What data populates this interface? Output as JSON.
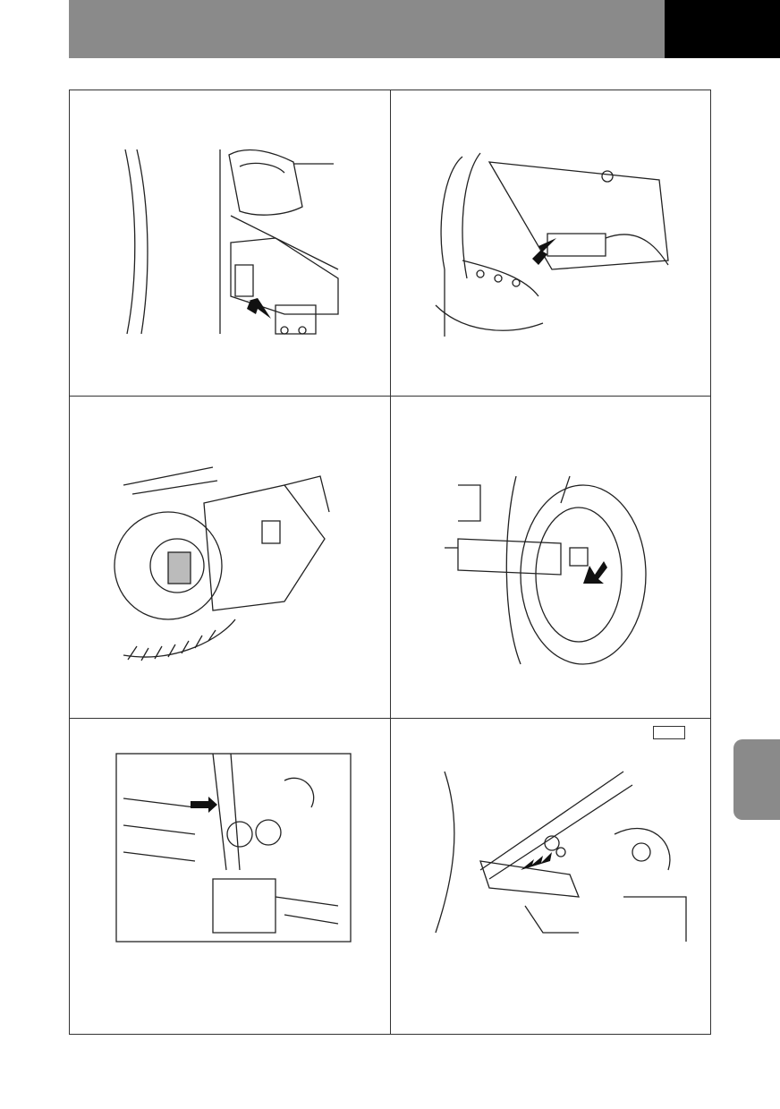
{
  "header": {
    "title": "",
    "section_tab": ""
  },
  "side_tab": {
    "label": ""
  },
  "panels": [
    {
      "id": 1,
      "caption": "",
      "illustration": "rear-axle-wheel-with-arrow-icon"
    },
    {
      "id": 2,
      "caption": "",
      "illustration": "differential-housing-with-arrow-icon"
    },
    {
      "id": 3,
      "caption": "",
      "illustration": "axle-hub-disc-brake-icon"
    },
    {
      "id": 4,
      "caption": "",
      "illustration": "axle-shaft-brake-with-arrow-icon"
    },
    {
      "id": 5,
      "caption": "",
      "illustration": "steering-column-joint-with-arrow-icon"
    },
    {
      "id": 6,
      "caption": "",
      "illustration": "transmission-linkage-with-arrow-icon"
    }
  ]
}
